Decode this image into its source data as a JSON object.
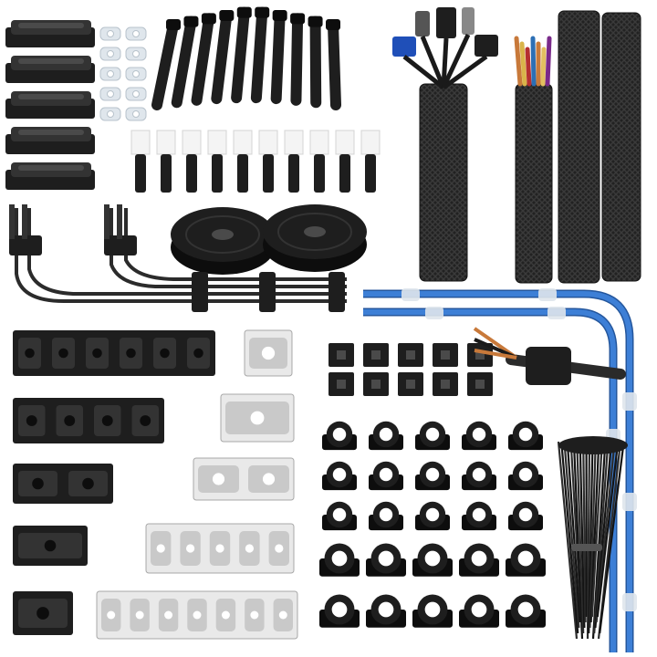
{
  "image": {
    "background": "#ffffff",
    "colors": {
      "black_part": "#1e1e1e",
      "black_dark": "#0d0d0d",
      "black_mid": "#333333",
      "black_light": "#4a4a4a",
      "white_part": "#e9e9e9",
      "white_shade": "#c9c9c9",
      "white_edge": "#a8a8a8",
      "cable_blue": "#3d7fd6",
      "cable_blue_dark": "#24569c",
      "clear_clip": "#dfe6ec",
      "copper": "#c8793a",
      "grey_wire": "#7c7c7c"
    },
    "counts": {
      "holder_clips_black": 5,
      "velcro_ties": 10,
      "adhesive_strips": 10,
      "clear_clips": 10,
      "velcro_rolls": 2,
      "braided_sleeves": 4,
      "square_mounts": 10,
      "round_clips": 25,
      "black_organizers": 5,
      "white_organizers": 5,
      "zip_tie_bundles": 1
    }
  }
}
